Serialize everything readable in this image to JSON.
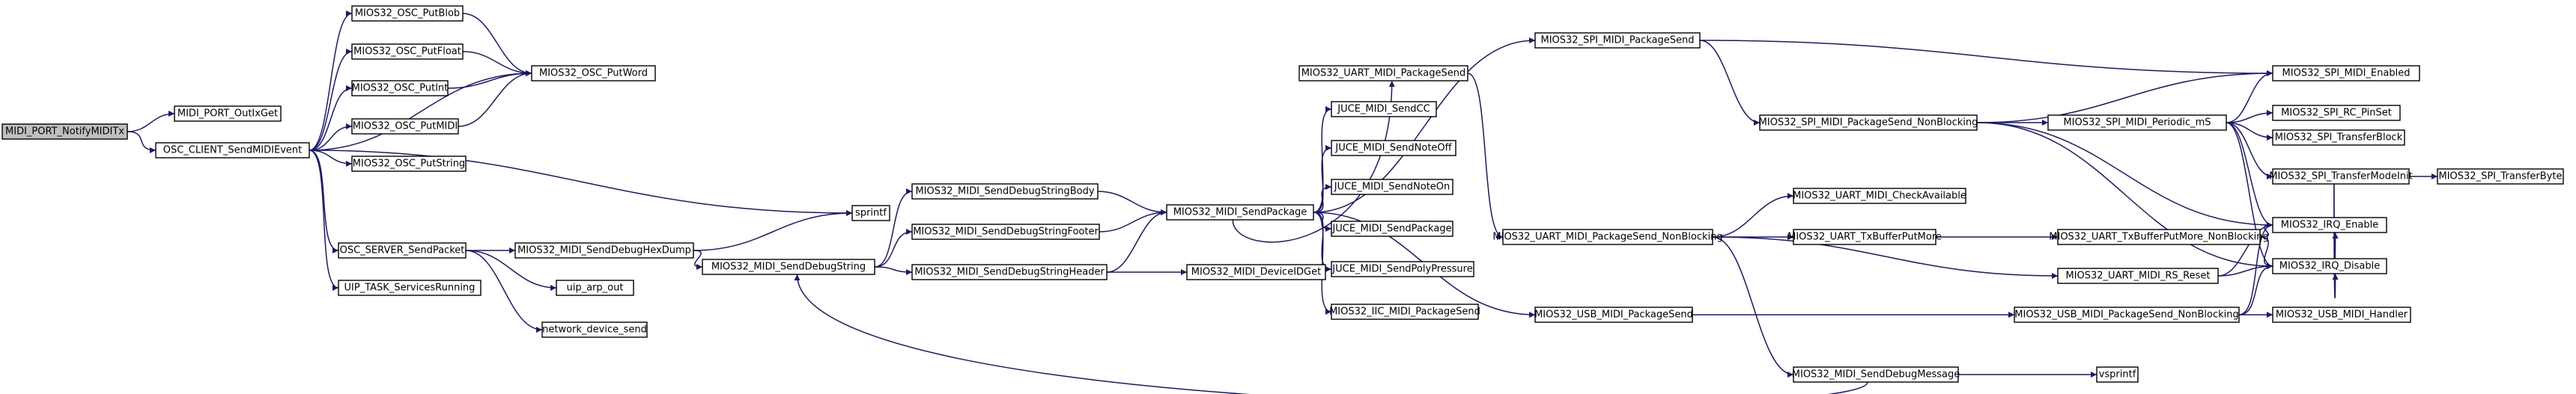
{
  "diagram": {
    "type": "call-graph",
    "colors": {
      "edge": "#191970",
      "root_fill": "#bfbfbf",
      "node_fill": "#ffffff",
      "node_border": "#000000"
    },
    "root": "MIDI_PORT_NotifyMIDITx",
    "nodes": [
      "MIDI_PORT_NotifyMIDITx",
      "MIDI_PORT_OutIxGet",
      "OSC_CLIENT_SendMIDIEvent",
      "MIOS32_OSC_PutBlob",
      "MIOS32_OSC_PutFloat",
      "MIOS32_OSC_PutInt",
      "MIOS32_OSC_PutMIDI",
      "MIOS32_OSC_PutString",
      "MIOS32_OSC_PutWord",
      "OSC_SERVER_SendPacket",
      "UIP_TASK_ServicesRunning",
      "sprintf",
      "MIOS32_MIDI_SendDebugHexDump",
      "uip_arp_out",
      "network_device_send",
      "MIOS32_MIDI_SendDebugString",
      "MIOS32_MIDI_SendDebugStringBody",
      "MIOS32_MIDI_SendDebugStringFooter",
      "MIOS32_MIDI_SendDebugStringHeader",
      "MIOS32_MIDI_SendPackage",
      "MIOS32_MIDI_DeviceIDGet",
      "MIOS32_UART_MIDI_PackageSend",
      "JUCE_MIDI_SendCC",
      "JUCE_MIDI_SendNoteOff",
      "JUCE_MIDI_SendNoteOn",
      "JUCE_MIDI_SendPackage",
      "JUCE_MIDI_SendPolyPressure",
      "MIOS32_IIC_MIDI_PackageSend",
      "MIOS32_SPI_MIDI_PackageSend",
      "MIOS32_UART_MIDI_PackageSend_NonBlocking",
      "MIOS32_USB_MIDI_PackageSend",
      "MIOS32_MIDI_SendDebugMessage",
      "MIOS32_SPI_MIDI_PackageSend_NonBlocking",
      "MIOS32_UART_MIDI_CheckAvailable",
      "MIOS32_UART_TxBufferPutMore",
      "MIOS32_SPI_MIDI_Periodic_mS",
      "MIOS32_UART_TxBufferPutMore_NonBlocking",
      "MIOS32_UART_MIDI_RS_Reset",
      "MIOS32_USB_MIDI_PackageSend_NonBlocking",
      "vsprintf",
      "MIOS32_SPI_MIDI_Enabled",
      "MIOS32_SPI_RC_PinSet",
      "MIOS32_SPI_TransferBlock",
      "MIOS32_SPI_TransferModeInit",
      "MIOS32_SPI_TransferByte",
      "MIOS32_IRQ_Enable",
      "MIOS32_IRQ_Disable",
      "MIOS32_USB_MIDI_Handler"
    ],
    "edges": [
      [
        "MIDI_PORT_NotifyMIDITx",
        "MIDI_PORT_OutIxGet"
      ],
      [
        "MIDI_PORT_NotifyMIDITx",
        "OSC_CLIENT_SendMIDIEvent"
      ],
      [
        "OSC_CLIENT_SendMIDIEvent",
        "MIOS32_OSC_PutBlob"
      ],
      [
        "OSC_CLIENT_SendMIDIEvent",
        "MIOS32_OSC_PutFloat"
      ],
      [
        "OSC_CLIENT_SendMIDIEvent",
        "MIOS32_OSC_PutInt"
      ],
      [
        "OSC_CLIENT_SendMIDIEvent",
        "MIOS32_OSC_PutMIDI"
      ],
      [
        "OSC_CLIENT_SendMIDIEvent",
        "MIOS32_OSC_PutString"
      ],
      [
        "OSC_CLIENT_SendMIDIEvent",
        "MIOS32_OSC_PutWord"
      ],
      [
        "OSC_CLIENT_SendMIDIEvent",
        "OSC_SERVER_SendPacket"
      ],
      [
        "OSC_CLIENT_SendMIDIEvent",
        "UIP_TASK_ServicesRunning"
      ],
      [
        "OSC_CLIENT_SendMIDIEvent",
        "sprintf"
      ],
      [
        "MIOS32_OSC_PutBlob",
        "MIOS32_OSC_PutWord"
      ],
      [
        "MIOS32_OSC_PutFloat",
        "MIOS32_OSC_PutWord"
      ],
      [
        "MIOS32_OSC_PutInt",
        "MIOS32_OSC_PutWord"
      ],
      [
        "MIOS32_OSC_PutMIDI",
        "MIOS32_OSC_PutWord"
      ],
      [
        "OSC_SERVER_SendPacket",
        "MIOS32_MIDI_SendDebugHexDump"
      ],
      [
        "OSC_SERVER_SendPacket",
        "uip_arp_out"
      ],
      [
        "OSC_SERVER_SendPacket",
        "network_device_send"
      ],
      [
        "MIOS32_MIDI_SendDebugHexDump",
        "sprintf"
      ],
      [
        "MIOS32_MIDI_SendDebugHexDump",
        "MIOS32_MIDI_SendDebugString"
      ],
      [
        "MIOS32_MIDI_SendDebugString",
        "MIOS32_MIDI_SendDebugStringBody"
      ],
      [
        "MIOS32_MIDI_SendDebugString",
        "MIOS32_MIDI_SendDebugStringFooter"
      ],
      [
        "MIOS32_MIDI_SendDebugString",
        "MIOS32_MIDI_SendDebugStringHeader"
      ],
      [
        "MIOS32_MIDI_SendDebugStringBody",
        "MIOS32_MIDI_SendPackage"
      ],
      [
        "MIOS32_MIDI_SendDebugStringFooter",
        "MIOS32_MIDI_SendPackage"
      ],
      [
        "MIOS32_MIDI_SendDebugStringHeader",
        "MIOS32_MIDI_SendPackage"
      ],
      [
        "MIOS32_MIDI_SendDebugStringHeader",
        "MIOS32_MIDI_DeviceIDGet"
      ],
      [
        "MIOS32_MIDI_SendPackage",
        "MIOS32_SPI_MIDI_PackageSend"
      ],
      [
        "MIOS32_MIDI_SendPackage",
        "MIOS32_UART_MIDI_PackageSend"
      ],
      [
        "MIOS32_MIDI_SendPackage",
        "JUCE_MIDI_SendCC"
      ],
      [
        "MIOS32_MIDI_SendPackage",
        "JUCE_MIDI_SendNoteOff"
      ],
      [
        "MIOS32_MIDI_SendPackage",
        "JUCE_MIDI_SendNoteOn"
      ],
      [
        "MIOS32_MIDI_SendPackage",
        "JUCE_MIDI_SendPackage"
      ],
      [
        "MIOS32_MIDI_SendPackage",
        "JUCE_MIDI_SendPolyPressure"
      ],
      [
        "MIOS32_MIDI_SendPackage",
        "MIOS32_IIC_MIDI_PackageSend"
      ],
      [
        "MIOS32_MIDI_SendPackage",
        "MIOS32_USB_MIDI_PackageSend"
      ],
      [
        "MIOS32_UART_MIDI_PackageSend",
        "MIOS32_UART_MIDI_PackageSend_NonBlocking"
      ],
      [
        "MIOS32_SPI_MIDI_PackageSend",
        "MIOS32_SPI_MIDI_PackageSend_NonBlocking"
      ],
      [
        "MIOS32_SPI_MIDI_PackageSend",
        "MIOS32_SPI_MIDI_Enabled"
      ],
      [
        "MIOS32_UART_MIDI_PackageSend_NonBlocking",
        "MIOS32_UART_MIDI_CheckAvailable"
      ],
      [
        "MIOS32_UART_MIDI_PackageSend_NonBlocking",
        "MIOS32_UART_TxBufferPutMore"
      ],
      [
        "MIOS32_UART_MIDI_PackageSend_NonBlocking",
        "MIOS32_UART_MIDI_RS_Reset"
      ],
      [
        "MIOS32_UART_MIDI_PackageSend_NonBlocking",
        "MIOS32_MIDI_SendDebugMessage"
      ],
      [
        "MIOS32_USB_MIDI_PackageSend",
        "MIOS32_USB_MIDI_PackageSend_NonBlocking"
      ],
      [
        "MIOS32_MIDI_SendDebugMessage",
        "vsprintf"
      ],
      [
        "MIOS32_MIDI_SendDebugMessage",
        "MIOS32_MIDI_SendDebugString"
      ],
      [
        "MIOS32_SPI_MIDI_PackageSend_NonBlocking",
        "MIOS32_SPI_MIDI_Enabled"
      ],
      [
        "MIOS32_SPI_MIDI_PackageSend_NonBlocking",
        "MIOS32_SPI_MIDI_Periodic_mS"
      ],
      [
        "MIOS32_SPI_MIDI_PackageSend_NonBlocking",
        "MIOS32_IRQ_Enable"
      ],
      [
        "MIOS32_SPI_MIDI_PackageSend_NonBlocking",
        "MIOS32_IRQ_Disable"
      ],
      [
        "MIOS32_SPI_MIDI_Periodic_mS",
        "MIOS32_SPI_MIDI_Enabled"
      ],
      [
        "MIOS32_SPI_MIDI_Periodic_mS",
        "MIOS32_SPI_RC_PinSet"
      ],
      [
        "MIOS32_SPI_MIDI_Periodic_mS",
        "MIOS32_SPI_TransferBlock"
      ],
      [
        "MIOS32_SPI_MIDI_Periodic_mS",
        "MIOS32_SPI_TransferModeInit"
      ],
      [
        "MIOS32_SPI_MIDI_Periodic_mS",
        "MIOS32_IRQ_Enable"
      ],
      [
        "MIOS32_SPI_MIDI_Periodic_mS",
        "MIOS32_IRQ_Disable"
      ],
      [
        "MIOS32_SPI_TransferModeInit",
        "MIOS32_SPI_TransferByte"
      ],
      [
        "MIOS32_SPI_TransferModeInit",
        "MIOS32_IRQ_Enable"
      ],
      [
        "MIOS32_SPI_TransferModeInit",
        "MIOS32_IRQ_Disable"
      ],
      [
        "MIOS32_UART_TxBufferPutMore",
        "MIOS32_UART_TxBufferPutMore_NonBlocking"
      ],
      [
        "MIOS32_UART_TxBufferPutMore_NonBlocking",
        "MIOS32_IRQ_Enable"
      ],
      [
        "MIOS32_UART_TxBufferPutMore_NonBlocking",
        "MIOS32_IRQ_Disable"
      ],
      [
        "MIOS32_UART_MIDI_RS_Reset",
        "MIOS32_IRQ_Enable"
      ],
      [
        "MIOS32_UART_MIDI_RS_Reset",
        "MIOS32_IRQ_Disable"
      ],
      [
        "MIOS32_USB_MIDI_PackageSend_NonBlocking",
        "MIOS32_IRQ_Enable"
      ],
      [
        "MIOS32_USB_MIDI_PackageSend_NonBlocking",
        "MIOS32_IRQ_Disable"
      ],
      [
        "MIOS32_USB_MIDI_PackageSend_NonBlocking",
        "MIOS32_USB_MIDI_Handler"
      ]
    ]
  }
}
